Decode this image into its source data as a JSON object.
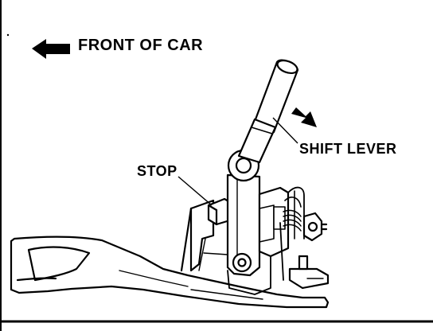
{
  "labels": {
    "front_of_car": "FRONT OF CAR",
    "shift_lever": "SHIFT LEVER",
    "stop": "STOP"
  },
  "icons": {
    "front_arrow": "left-arrow-icon",
    "move_arrow": "down-right-arrow-icon"
  },
  "colors": {
    "ink": "#000000",
    "paper": "#ffffff"
  }
}
